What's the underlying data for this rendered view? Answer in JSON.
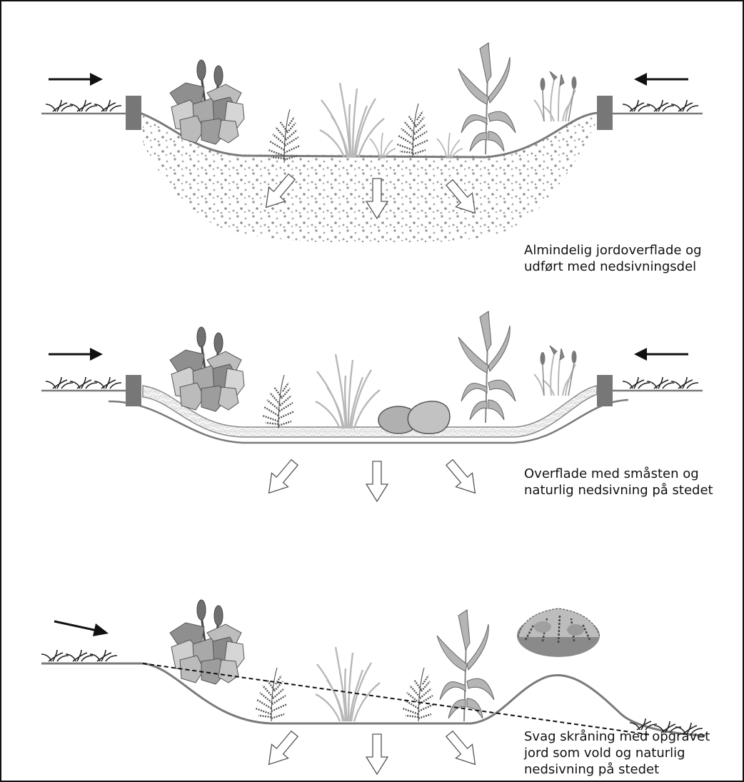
{
  "panels": [
    {
      "caption": [
        "Almindelig jordoverflade og",
        "udført med nedsivningsdel"
      ]
    },
    {
      "caption": [
        "Overflade med småsten og",
        "naturlig nedsivning på stedet"
      ]
    },
    {
      "caption": [
        "Svag skråning med opgravet",
        "jord som vold og naturlig",
        "nedsivning på stedet"
      ]
    }
  ],
  "colors": {
    "ground_line": "#7a7a7a",
    "post": "#777777",
    "soil_dots": "#9a9a9a",
    "grass": "#b8b8b8",
    "leaf": "#a9a9a9",
    "fern": "#555555",
    "dashed_line": "#111111"
  }
}
